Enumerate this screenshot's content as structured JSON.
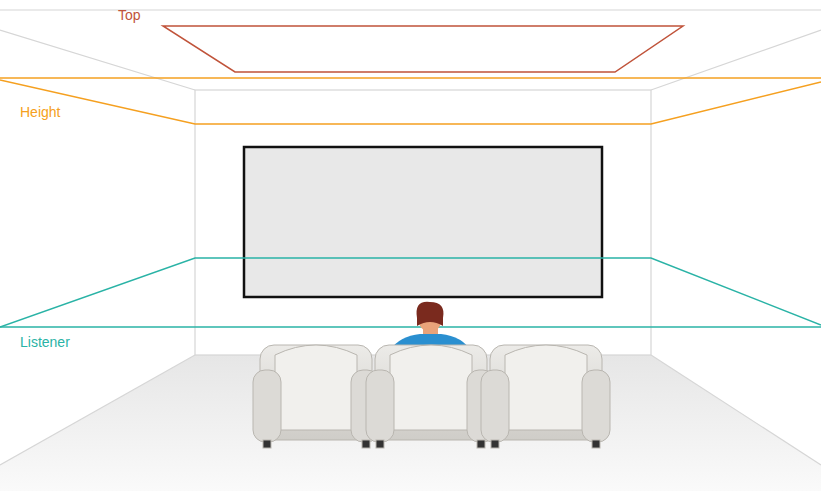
{
  "diagram": {
    "labels": [
      "Top",
      "Height",
      "Listener"
    ]
  }
}
